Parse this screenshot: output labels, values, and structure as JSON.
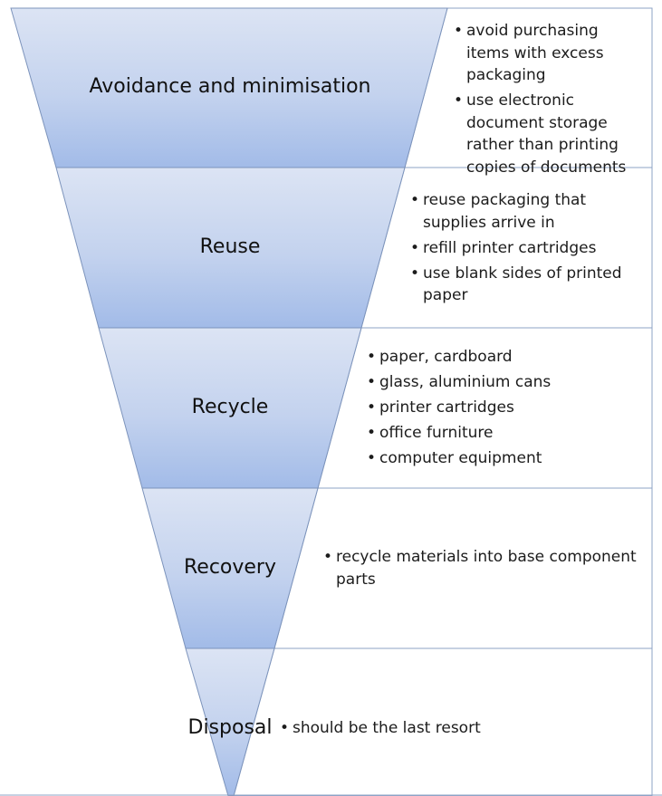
{
  "levels": [
    {
      "label": "Avoidance and minimisation",
      "bullets": [
        "avoid purchasing items with excess packaging",
        "use electronic document storage rather than printing copies of documents"
      ]
    },
    {
      "label": "Reuse",
      "bullets": [
        "reuse packaging that supplies arrive in",
        "refill printer cartridges",
        "use blank sides of printed paper"
      ]
    },
    {
      "label": "Recycle",
      "bullets": [
        "paper, cardboard",
        "glass, aluminium cans",
        "printer cartridges",
        "office furniture",
        "computer equipment"
      ]
    },
    {
      "label": "Recovery",
      "bullets": [
        "recycle materials into base component parts"
      ]
    },
    {
      "label": "Disposal",
      "bullets": [
        "should be the last resort"
      ]
    }
  ],
  "colors": {
    "fill_top": "#d8e1f3",
    "fill_bottom": "#a4bde8",
    "border": "#7d94bc",
    "text": "#1a1a1a"
  }
}
